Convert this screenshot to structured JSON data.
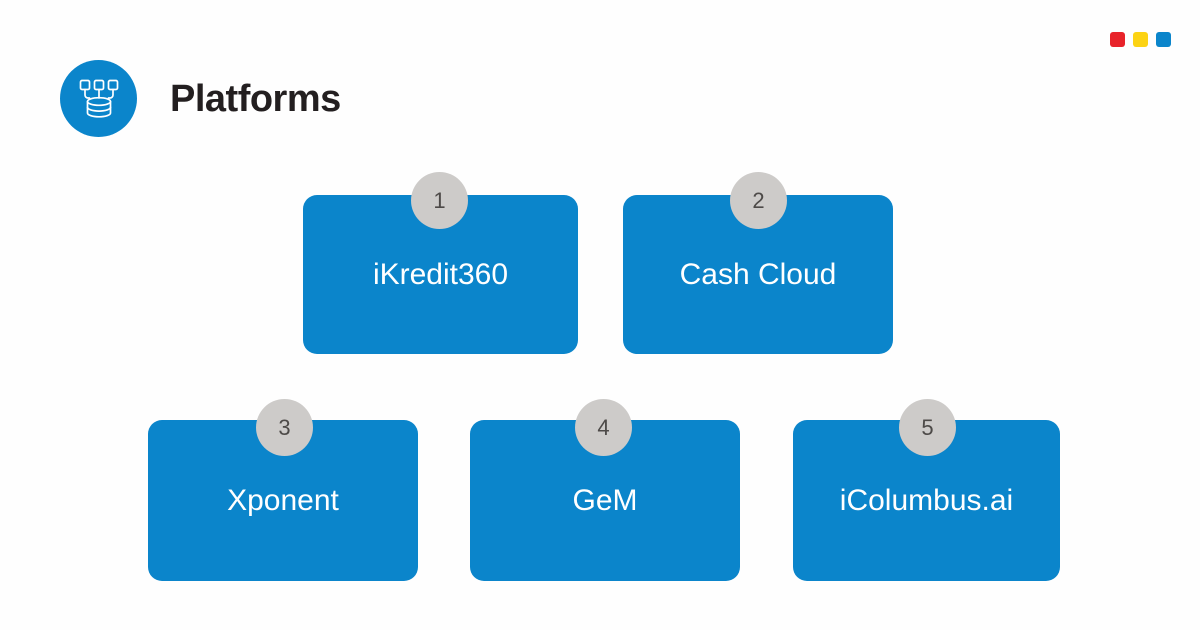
{
  "slide": {
    "background_color": "#fefefe",
    "title": "Platforms",
    "title_color": "#231f20",
    "accent_color": "#0b85cb",
    "badge_color": "#cdcbc9"
  },
  "brand_dots": [
    {
      "name": "red",
      "color": "#e8232a"
    },
    {
      "name": "yellow",
      "color": "#fcd314"
    },
    {
      "name": "blue",
      "color": "#0b85cb"
    }
  ],
  "header": {
    "icon": "platform-network-database-icon",
    "title": "Platforms"
  },
  "cards": [
    {
      "number": "1",
      "label": "iKredit360"
    },
    {
      "number": "2",
      "label": "Cash Cloud"
    },
    {
      "number": "3",
      "label": "Xponent"
    },
    {
      "number": "4",
      "label": "GeM"
    },
    {
      "number": "5",
      "label": "iColumbus.ai"
    }
  ]
}
